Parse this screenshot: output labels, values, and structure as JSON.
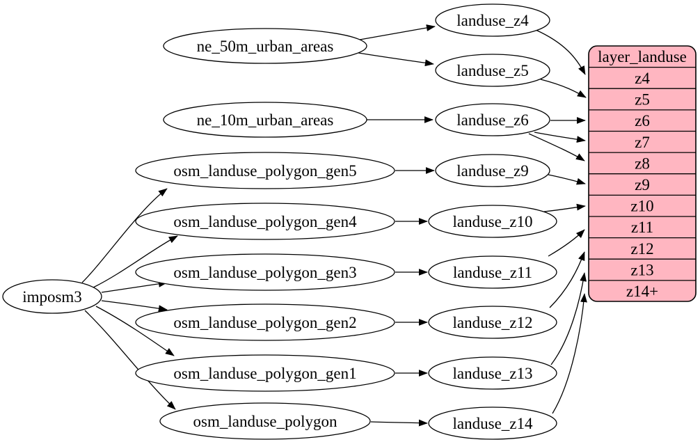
{
  "graph": {
    "type": "digraph",
    "background": "#ffffff",
    "colors": {
      "node_fill": "#ffffff",
      "stroke": "#000000",
      "record_fill": "#ffb6c1"
    },
    "importer": {
      "label": "imposm3"
    },
    "sources": [
      {
        "label": "ne_50m_urban_areas"
      },
      {
        "label": "ne_10m_urban_areas"
      },
      {
        "label": "osm_landuse_polygon_gen5"
      },
      {
        "label": "osm_landuse_polygon_gen4"
      },
      {
        "label": "osm_landuse_polygon_gen3"
      },
      {
        "label": "osm_landuse_polygon_gen2"
      },
      {
        "label": "osm_landuse_polygon_gen1"
      },
      {
        "label": "osm_landuse_polygon"
      }
    ],
    "views": [
      {
        "label": "landuse_z4"
      },
      {
        "label": "landuse_z5"
      },
      {
        "label": "landuse_z6"
      },
      {
        "label": "landuse_z9"
      },
      {
        "label": "landuse_z10"
      },
      {
        "label": "landuse_z11"
      },
      {
        "label": "landuse_z12"
      },
      {
        "label": "landuse_z13"
      },
      {
        "label": "landuse_z14"
      }
    ],
    "layer_table": {
      "title": "layer_landuse",
      "fill": "#ffb6c1",
      "rows": [
        "z4",
        "z5",
        "z6",
        "z7",
        "z8",
        "z9",
        "z10",
        "z11",
        "z12",
        "z13",
        "z14+"
      ]
    },
    "edges": [
      [
        "imposm3",
        "osm_landuse_polygon_gen5"
      ],
      [
        "imposm3",
        "osm_landuse_polygon_gen4"
      ],
      [
        "imposm3",
        "osm_landuse_polygon_gen3"
      ],
      [
        "imposm3",
        "osm_landuse_polygon_gen2"
      ],
      [
        "imposm3",
        "osm_landuse_polygon_gen1"
      ],
      [
        "imposm3",
        "osm_landuse_polygon"
      ],
      [
        "ne_50m_urban_areas",
        "landuse_z4"
      ],
      [
        "ne_50m_urban_areas",
        "landuse_z5"
      ],
      [
        "ne_10m_urban_areas",
        "landuse_z6"
      ],
      [
        "osm_landuse_polygon_gen5",
        "landuse_z9"
      ],
      [
        "osm_landuse_polygon_gen4",
        "landuse_z10"
      ],
      [
        "osm_landuse_polygon_gen3",
        "landuse_z11"
      ],
      [
        "osm_landuse_polygon_gen2",
        "landuse_z12"
      ],
      [
        "osm_landuse_polygon_gen1",
        "landuse_z13"
      ],
      [
        "osm_landuse_polygon",
        "landuse_z14"
      ],
      [
        "landuse_z4",
        "layer_landuse:z4"
      ],
      [
        "landuse_z5",
        "layer_landuse:z5"
      ],
      [
        "landuse_z6",
        "layer_landuse:z6"
      ],
      [
        "landuse_z6",
        "layer_landuse:z7"
      ],
      [
        "landuse_z6",
        "layer_landuse:z8"
      ],
      [
        "landuse_z9",
        "layer_landuse:z9"
      ],
      [
        "landuse_z10",
        "layer_landuse:z10"
      ],
      [
        "landuse_z11",
        "layer_landuse:z11"
      ],
      [
        "landuse_z12",
        "layer_landuse:z12"
      ],
      [
        "landuse_z13",
        "layer_landuse:z13"
      ],
      [
        "landuse_z14",
        "layer_landuse:z14+"
      ]
    ]
  }
}
